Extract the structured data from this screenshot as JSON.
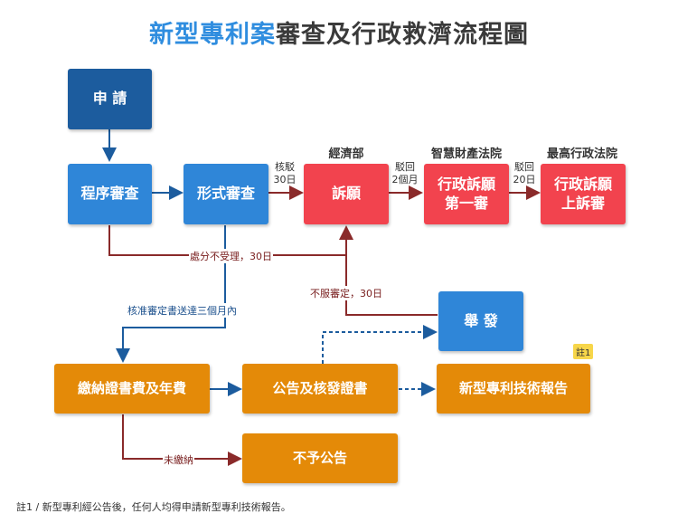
{
  "title": {
    "highlight": "新型專利案",
    "rest": "審查及行政救濟流程圖"
  },
  "headers": {
    "ministry": "經濟部",
    "ip_court": "智慧財產法院",
    "supreme_court": "最高行政法院"
  },
  "nodes": {
    "apply": "申 請",
    "procedure": "程序審查",
    "formal": "形式審查",
    "petition": "訴願",
    "admin_first": [
      "行政訴願",
      "第一審"
    ],
    "admin_appeal": [
      "行政訴願",
      "上訴審"
    ],
    "report_issue": "舉 發",
    "pay": "繳納證書費及年費",
    "announce": "公告及核發證書",
    "tech_report": "新型專利技術報告",
    "no_announce": "不予公告"
  },
  "labels": {
    "rejected_30": [
      "核駁",
      "30日"
    ],
    "rejected_2m": [
      "駁回",
      "2個月"
    ],
    "rejected_20": [
      "駁回",
      "20日"
    ],
    "disposition": "處分不受理，30日",
    "approval": "核准審定書送達三個月內",
    "dissatisfied": "不服審定，30日",
    "unpaid": "未繳納"
  },
  "badge": "註1",
  "footnote": "註1 / 新型專利經公告後，任何人均得申請新型專利技術報告。",
  "colors": {
    "navy": "#1c5c9e",
    "blue": "#2f86d8",
    "red": "#f2434e",
    "orange": "#e48a08",
    "arrow_blue": "#1c5c9e",
    "arrow_red": "#8a2a2a"
  }
}
